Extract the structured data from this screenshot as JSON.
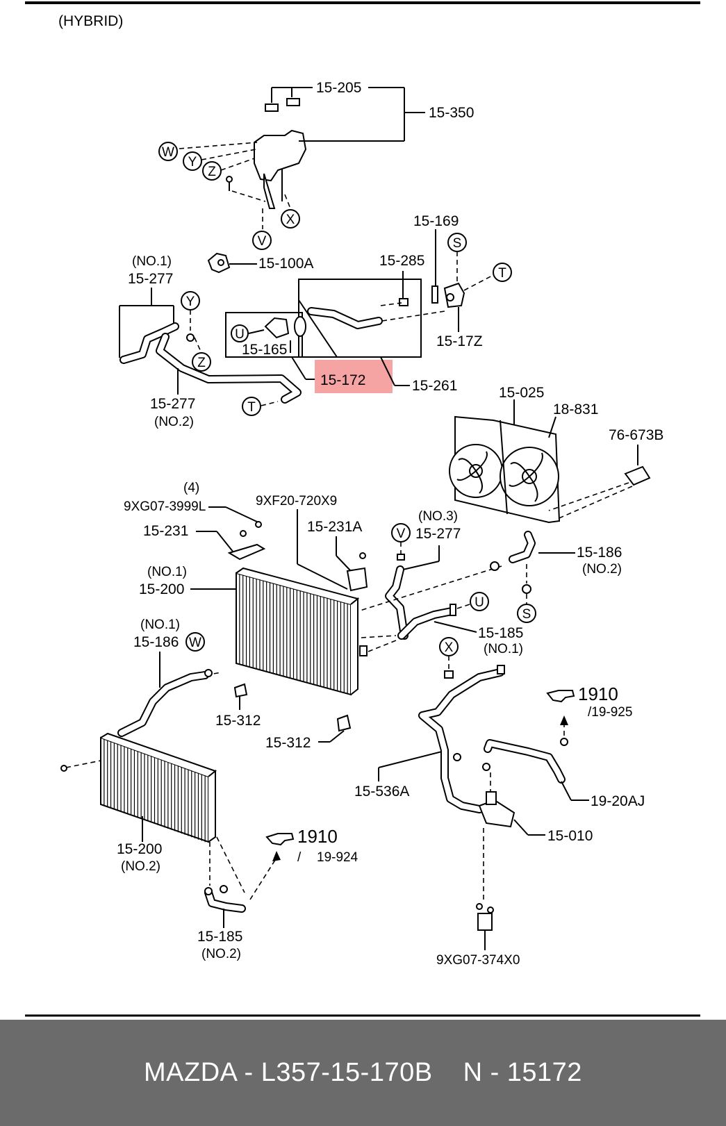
{
  "header": {
    "variant": "(HYBRID)"
  },
  "highlight": {
    "label": "15-172",
    "color": "#f5a3a3"
  },
  "callouts": {
    "c_15_205": "15-205",
    "c_15_350": "15-350",
    "c_15_100A": "15-100A",
    "c_15_169": "15-169",
    "c_15_285": "15-285",
    "c_15_17Z": "15-17Z",
    "c_15_165": "15-165",
    "c_15_261": "15-261",
    "c_no1_a": "(NO.1)",
    "c_15_277_a": "15-277",
    "c_15_277_b": "15-277",
    "c_no2_b": "(NO.2)",
    "c_15_025": "15-025",
    "c_18_831": "18-831",
    "c_76_673B": "76-673B",
    "c_qty4": "(4)",
    "c_9XG07_3999L": "9XG07-3999L",
    "c_9XF20_720X9": "9XF20-720X9",
    "c_15_231": "15-231",
    "c_15_231A": "15-231A",
    "c_no3": "(NO.3)",
    "c_15_277_c": "15-277",
    "c_15_186_a": "15-186",
    "c_no2_186": "(NO.2)",
    "c_no1_200": "(NO.1)",
    "c_15_200_a": "15-200",
    "c_15_185_a": "15-185",
    "c_no1_185": "(NO.1)",
    "c_no1_186": "(NO.1)",
    "c_15_186_b": "15-186",
    "c_15_312_a": "15-312",
    "c_15_312_b": "15-312",
    "c_ref_1910_a": "1910",
    "c_ref_19_925": "/19-925",
    "c_15_536A": "15-536A",
    "c_19_20AJ": "19-20AJ",
    "c_15_010": "15-010",
    "c_15_200_b": "15-200",
    "c_no2_200": "(NO.2)",
    "c_ref_1910_b": "1910",
    "c_ref_19_924": "19-924",
    "c_slash": "/",
    "c_15_185_b": "15-185",
    "c_no2_185": "(NO.2)",
    "c_9XG07_374X0": "9XG07-374X0"
  },
  "connectors": {
    "W1": "W",
    "Y1": "Y",
    "Z1": "Z",
    "X1": "X",
    "V1": "V",
    "S1": "S",
    "T1": "T",
    "U1": "U",
    "Y2": "Y",
    "Z2": "Z",
    "T2": "T",
    "V2": "V",
    "U2": "U",
    "S2": "S",
    "X2": "X",
    "W2": "W"
  },
  "footer": {
    "maker_part": "MAZDA - L357-15-170B",
    "ref": "N - 15172"
  }
}
